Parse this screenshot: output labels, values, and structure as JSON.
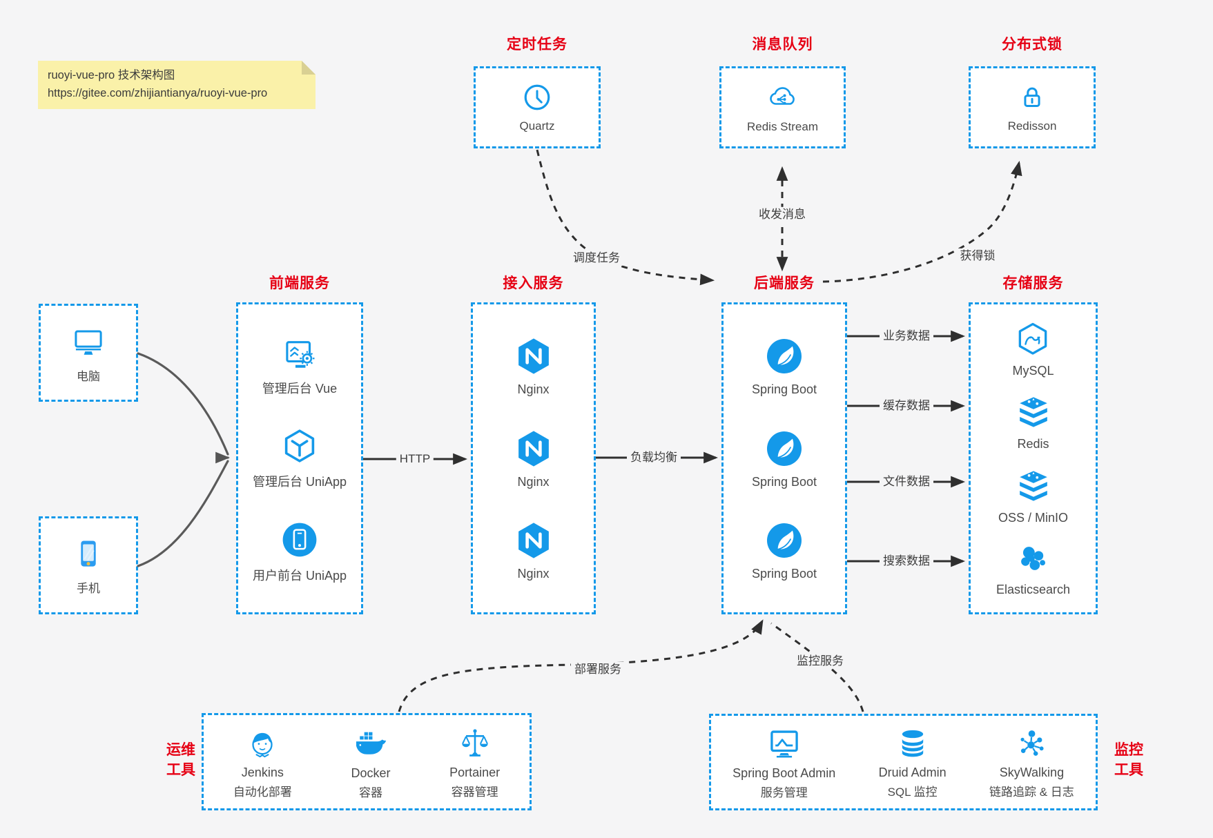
{
  "note": {
    "title": "ruoyi-vue-pro 技术架构图",
    "url": "https://gitee.com/zhijiantianya/ruoyi-vue-pro"
  },
  "colors": {
    "accent_blue": "#1499e9",
    "title_red": "#e60014",
    "canvas_bg": "#f5f5f6",
    "note_bg": "#faf1a9",
    "arrow_dark": "#2f2f2f",
    "arrow_gray": "#5a5a5a"
  },
  "top_groups": [
    {
      "title": "定时任务",
      "item": {
        "icon": "clock-icon",
        "label": "Quartz"
      }
    },
    {
      "title": "消息队列",
      "item": {
        "icon": "cloud-stream-icon",
        "label": "Redis Stream"
      }
    },
    {
      "title": "分布式锁",
      "item": {
        "icon": "lock-icon",
        "label": "Redisson"
      }
    }
  ],
  "clients": [
    {
      "icon": "desktop-icon",
      "label": "电脑"
    },
    {
      "icon": "smartphone-icon",
      "label": "手机"
    }
  ],
  "columns": [
    {
      "title": "前端服务",
      "items": [
        {
          "icon": "admin-vue-icon",
          "label": "管理后台 Vue"
        },
        {
          "icon": "uniapp-cube-icon",
          "label": "管理后台 UniApp"
        },
        {
          "icon": "mobile-app-icon",
          "label": "用户前台 UniApp"
        }
      ]
    },
    {
      "title": "接入服务",
      "items": [
        {
          "icon": "nginx-icon",
          "label": "Nginx"
        },
        {
          "icon": "nginx-icon",
          "label": "Nginx"
        },
        {
          "icon": "nginx-icon",
          "label": "Nginx"
        }
      ]
    },
    {
      "title": "后端服务",
      "items": [
        {
          "icon": "spring-boot-icon",
          "label": "Spring Boot"
        },
        {
          "icon": "spring-boot-icon",
          "label": "Spring Boot"
        },
        {
          "icon": "spring-boot-icon",
          "label": "Spring Boot"
        }
      ]
    },
    {
      "title": "存储服务",
      "items": [
        {
          "icon": "mysql-icon",
          "label": "MySQL"
        },
        {
          "icon": "redis-icon",
          "label": "Redis"
        },
        {
          "icon": "storage-stack-icon",
          "label": "OSS / MinIO"
        },
        {
          "icon": "elasticsearch-icon",
          "label": "Elasticsearch"
        }
      ]
    }
  ],
  "bottom_groups": [
    {
      "side_label": [
        "运维",
        "工具"
      ],
      "items": [
        {
          "icon": "jenkins-icon",
          "name": "Jenkins",
          "desc": "自动化部署"
        },
        {
          "icon": "docker-icon",
          "name": "Docker",
          "desc": "容器"
        },
        {
          "icon": "portainer-icon",
          "name": "Portainer",
          "desc": "容器管理"
        }
      ]
    },
    {
      "side_label": [
        "监控",
        "工具"
      ],
      "items": [
        {
          "icon": "spring-boot-admin-icon",
          "name": "Spring Boot Admin",
          "desc": "服务管理"
        },
        {
          "icon": "druid-icon",
          "name": "Druid Admin",
          "desc": "SQL 监控"
        },
        {
          "icon": "skywalking-icon",
          "name": "SkyWalking",
          "desc": "链路追踪 & 日志"
        }
      ]
    }
  ],
  "edges": {
    "http": "HTTP",
    "load_balance": "负载均衡",
    "schedule": "调度任务",
    "messaging": "收发消息",
    "lock": "获得锁",
    "business_data": "业务数据",
    "cache_data": "缓存数据",
    "file_data": "文件数据",
    "search_data": "搜索数据",
    "deploy": "部署服务",
    "monitor": "监控服务"
  }
}
